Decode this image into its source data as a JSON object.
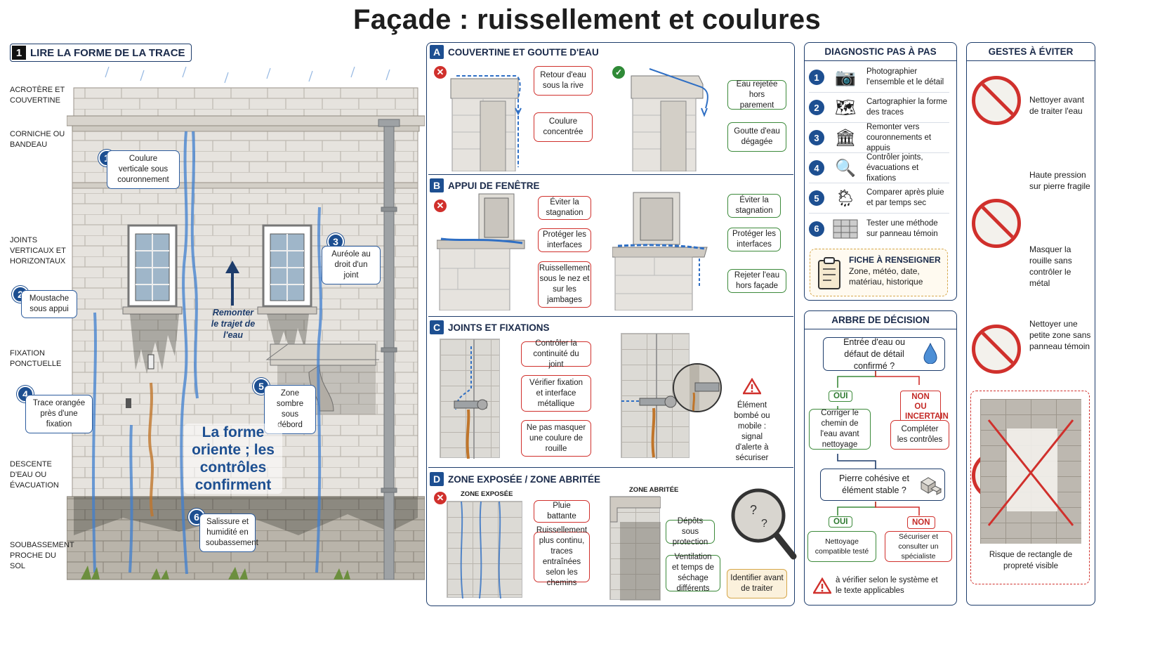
{
  "title": "Façade : ruissellement et coulures",
  "left": {
    "num": "1",
    "heading": "LIRE LA FORME DE LA TRACE",
    "labels": {
      "acrotere": "ACROTÈRE ET COUVERTINE",
      "corniche": "CORNICHE OU BANDEAU",
      "joints": "JOINTS VERTICAUX ET HORIZONTAUX",
      "fixation": "FIXATION PONCTUELLE",
      "descente": "DESCENTE D'EAU OU ÉVACUATION",
      "soubassement": "SOUBASSEMENT PROCHE DU SOL"
    },
    "callouts": [
      {
        "n": "1",
        "text": "Coulure verticale sous couronnement"
      },
      {
        "n": "2",
        "text": "Moustache sous appui"
      },
      {
        "n": "3",
        "text": "Auréole au droit d'un joint"
      },
      {
        "n": "4",
        "text": "Trace orangée près d'une fixation"
      },
      {
        "n": "5",
        "text": "Zone sombre sous débord"
      },
      {
        "n": "6",
        "text": "Salissure et humidité en soubassement"
      }
    ],
    "arrow_text": "Remonter le trajet de l'eau",
    "big_text": "La forme oriente ; les contrôles confirment"
  },
  "sections": {
    "A": {
      "letter": "A",
      "title": "COUVERTINE ET GOUTTE D'EAU",
      "bad": [
        "Retour d'eau sous la rive",
        "Coulure concentrée"
      ],
      "good": [
        "Eau rejetée hors parement",
        "Goutte d'eau dégagée"
      ]
    },
    "B": {
      "letter": "B",
      "title": "APPUI DE FENÊTRE",
      "bad": [
        "Éviter la stagnation",
        "Protéger les interfaces",
        "Ruissellement sous le nez et sur les jambages"
      ],
      "good": [
        "Éviter la stagnation",
        "Protéger les interfaces",
        "Rejeter l'eau hors façade"
      ]
    },
    "C": {
      "letter": "C",
      "title": "JOINTS ET FIXATIONS",
      "checks": [
        "Contrôler la continuité du joint",
        "Vérifier fixation et interface métallique",
        "Ne pas masquer une coulure de rouille"
      ],
      "warning": "Élément bombé ou mobile : signal d'alerte à sécuriser"
    },
    "D": {
      "letter": "D",
      "title": "ZONE EXPOSÉE / ZONE ABRITÉE",
      "exposed_label": "ZONE EXPOSÉE",
      "sheltered_label": "ZONE ABRITÉE",
      "exposed": [
        "Pluie battante",
        "Ruissellement plus continu, traces entraînées selon les chemins"
      ],
      "sheltered": [
        "Dépôts sous protection",
        "Ventilation et temps de séchage différents"
      ],
      "identify": "Identifier avant de traiter"
    }
  },
  "diagnostic": {
    "title": "DIAGNOSTIC PAS À PAS",
    "steps": [
      {
        "n": "1",
        "icon": "camera-icon",
        "text": "Photographier l'ensemble et le détail"
      },
      {
        "n": "2",
        "icon": "map-icon",
        "text": "Cartographier la forme des traces"
      },
      {
        "n": "3",
        "icon": "building-icon",
        "text": "Remonter vers couronnements et appuis"
      },
      {
        "n": "4",
        "icon": "magnifier-icon",
        "text": "Contrôler joints, évacuations et fixations"
      },
      {
        "n": "5",
        "icon": "weather-icon",
        "text": "Comparer après pluie et par temps sec"
      },
      {
        "n": "6",
        "icon": "grid-icon",
        "text": "Tester une méthode sur panneau témoin"
      }
    ],
    "fiche_title": "FICHE À RENSEIGNER",
    "fiche_text": "Zone, météo, date, matériau, historique"
  },
  "decision": {
    "title": "ARBRE DE DÉCISION",
    "q1": "Entrée d'eau ou défaut de détail confirmé ?",
    "yes1": "OUI",
    "no1": "NON OU INCERTAIN",
    "a_yes1": "Corriger le chemin de l'eau avant nettoyage",
    "a_no1": "Compléter les contrôles",
    "q2": "Pierre cohésive et élément stable ?",
    "yes2": "OUI",
    "no2": "NON",
    "a_yes2": "Nettoyage compatible testé",
    "a_no2": "Sécuriser et consulter un spécialiste",
    "note": "à vérifier selon le système et le texte applicables"
  },
  "avoid": {
    "title": "GESTES À ÉVITER",
    "items": [
      {
        "icon": "brush-icon",
        "text": "Nettoyer avant de traiter l'eau"
      },
      {
        "icon": "pressure-washer-icon",
        "text": "Haute pression sur pierre fragile"
      },
      {
        "icon": "rust-stone-icon",
        "text": "Masquer la rouille sans contrôler le métal"
      },
      {
        "icon": "stone-patch-icon",
        "text": "Nettoyer une petite zone sans panneau témoin"
      }
    ],
    "risk": "Risque de rectangle de propreté visible"
  },
  "colors": {
    "navy": "#1d3c6b",
    "blue": "#1d4f91",
    "red": "#d0302c",
    "green": "#3c8a3a",
    "rust": "#c0752a"
  }
}
